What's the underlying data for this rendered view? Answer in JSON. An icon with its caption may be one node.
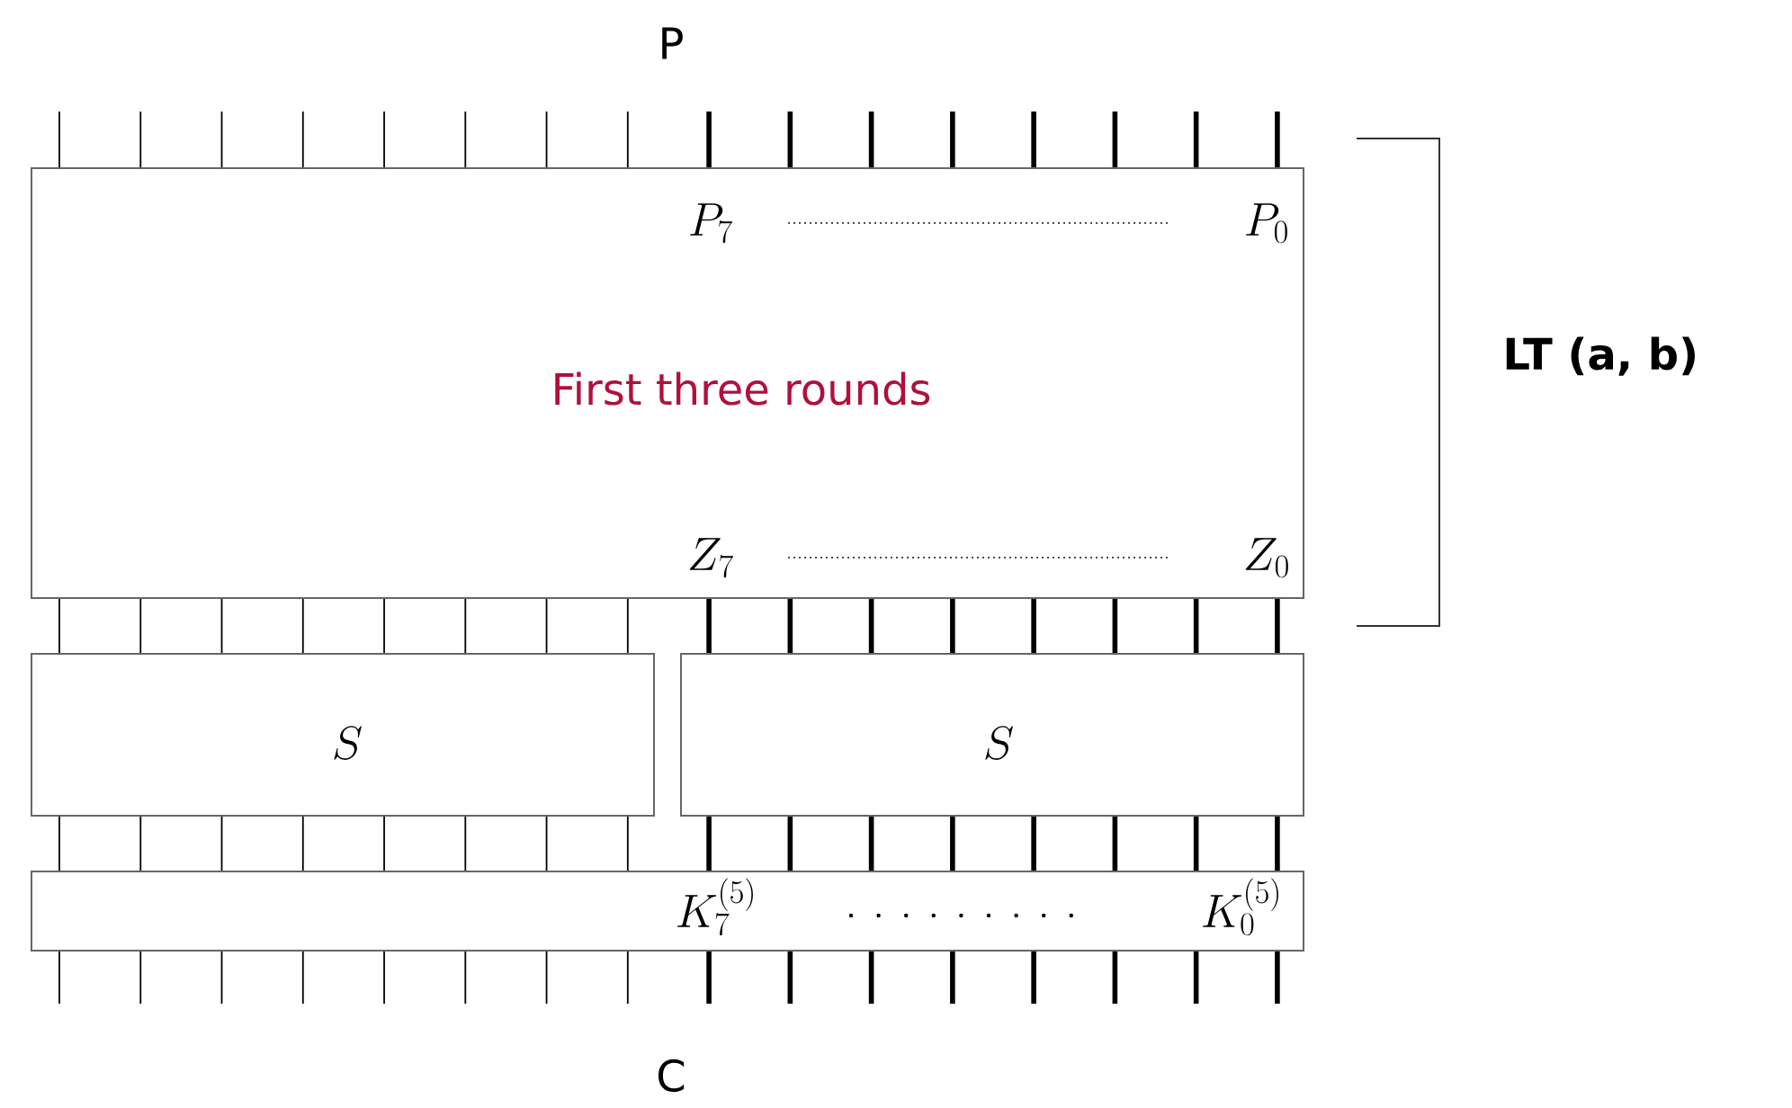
{
  "diagram": {
    "nodes": [
      {
        "text": [
          "P"
        ]
      },
      {
        "text": [
          "P_7",
          "P_0",
          "First three rounds",
          "Z_7",
          "Z_0"
        ]
      },
      {
        "text": [
          "S"
        ]
      },
      {
        "text": [
          "S"
        ]
      },
      {
        "text": [
          "K_7^{(5)}",
          "K_0^{(5)}"
        ]
      },
      {
        "text": [
          "C"
        ]
      }
    ],
    "edges": [
      {
        "from": null,
        "to": 1,
        "arrow": "none"
      },
      {
        "from": null,
        "to": 1,
        "arrow": "none"
      },
      {
        "from": null,
        "to": 1,
        "arrow": "none"
      },
      {
        "from": null,
        "to": 1,
        "arrow": "none"
      },
      {
        "from": null,
        "to": 1,
        "arrow": "none"
      },
      {
        "from": null,
        "to": 1,
        "arrow": "none"
      },
      {
        "from": null,
        "to": 1,
        "arrow": "none"
      },
      {
        "from": null,
        "to": 1,
        "arrow": "none"
      },
      {
        "from": null,
        "to": 1,
        "arrow": "none",
        "style": "thick"
      },
      {
        "from": null,
        "to": 1,
        "arrow": "none",
        "style": "thick"
      },
      {
        "from": null,
        "to": 1,
        "arrow": "none",
        "style": "thick"
      },
      {
        "from": null,
        "to": 1,
        "arrow": "none",
        "style": "thick"
      },
      {
        "from": null,
        "to": 1,
        "arrow": "none",
        "style": "thick"
      },
      {
        "from": null,
        "to": 1,
        "arrow": "none",
        "style": "thick"
      },
      {
        "from": null,
        "to": 1,
        "arrow": "none",
        "style": "thick"
      },
      {
        "from": null,
        "to": 1,
        "arrow": "none",
        "style": "thick"
      },
      {
        "from": 1,
        "to": 2,
        "arrow": "none"
      },
      {
        "from": 1,
        "to": 2,
        "arrow": "none"
      },
      {
        "from": 1,
        "to": 2,
        "arrow": "none"
      },
      {
        "from": 1,
        "to": 2,
        "arrow": "none"
      },
      {
        "from": 1,
        "to": 2,
        "arrow": "none"
      },
      {
        "from": 1,
        "to": 2,
        "arrow": "none"
      },
      {
        "from": 1,
        "to": 2,
        "arrow": "none"
      },
      {
        "from": 1,
        "to": 2,
        "arrow": "none"
      },
      {
        "from": 1,
        "to": 3,
        "arrow": "none",
        "style": "thick"
      },
      {
        "from": 1,
        "to": 3,
        "arrow": "none",
        "style": "thick"
      },
      {
        "from": 1,
        "to": 3,
        "arrow": "none",
        "style": "thick"
      },
      {
        "from": 1,
        "to": 3,
        "arrow": "none",
        "style": "thick"
      },
      {
        "from": 1,
        "to": 3,
        "arrow": "none",
        "style": "thick"
      },
      {
        "from": 1,
        "to": 3,
        "arrow": "none",
        "style": "thick"
      },
      {
        "from": 1,
        "to": 3,
        "arrow": "none",
        "style": "thick"
      },
      {
        "from": 1,
        "to": 3,
        "arrow": "none",
        "style": "thick"
      },
      {
        "from": 2,
        "to": 4,
        "arrow": "none"
      },
      {
        "from": 2,
        "to": 4,
        "arrow": "none"
      },
      {
        "from": 2,
        "to": 4,
        "arrow": "none"
      },
      {
        "from": 2,
        "to": 4,
        "arrow": "none"
      },
      {
        "from": 2,
        "to": 4,
        "arrow": "none"
      },
      {
        "from": 2,
        "to": 4,
        "arrow": "none"
      },
      {
        "from": 2,
        "to": 4,
        "arrow": "none"
      },
      {
        "from": 2,
        "to": 4,
        "arrow": "none"
      },
      {
        "from": 3,
        "to": 4,
        "arrow": "none",
        "style": "thick"
      },
      {
        "from": 3,
        "to": 4,
        "arrow": "none",
        "style": "thick"
      },
      {
        "from": 3,
        "to": 4,
        "arrow": "none",
        "style": "thick"
      },
      {
        "from": 3,
        "to": 4,
        "arrow": "none",
        "style": "thick"
      },
      {
        "from": 3,
        "to": 4,
        "arrow": "none",
        "style": "thick"
      },
      {
        "from": 3,
        "to": 4,
        "arrow": "none",
        "style": "thick"
      },
      {
        "from": 3,
        "to": 4,
        "arrow": "none",
        "style": "thick"
      },
      {
        "from": 3,
        "to": 4,
        "arrow": "none",
        "style": "thick"
      },
      {
        "from": 4,
        "to": null,
        "arrow": "none"
      },
      {
        "from": 4,
        "to": null,
        "arrow": "none"
      },
      {
        "from": 4,
        "to": null,
        "arrow": "none"
      },
      {
        "from": 4,
        "to": null,
        "arrow": "none"
      },
      {
        "from": 4,
        "to": null,
        "arrow": "none"
      },
      {
        "from": 4,
        "to": null,
        "arrow": "none"
      },
      {
        "from": 4,
        "to": null,
        "arrow": "none"
      },
      {
        "from": 4,
        "to": null,
        "arrow": "none"
      },
      {
        "from": 4,
        "to": null,
        "arrow": "none",
        "style": "thick"
      },
      {
        "from": 4,
        "to": null,
        "arrow": "none",
        "style": "thick"
      },
      {
        "from": 4,
        "to": null,
        "arrow": "none",
        "style": "thick"
      },
      {
        "from": 4,
        "to": null,
        "arrow": "none",
        "style": "thick"
      },
      {
        "from": 4,
        "to": null,
        "arrow": "none",
        "style": "thick"
      },
      {
        "from": 4,
        "to": null,
        "arrow": "none",
        "style": "thick"
      },
      {
        "from": 4,
        "to": null,
        "arrow": "none",
        "style": "thick"
      },
      {
        "from": 4,
        "to": null,
        "arrow": "none",
        "style": "thick"
      }
    ],
    "labels": [
      "LT (a, b)"
    ]
  }
}
